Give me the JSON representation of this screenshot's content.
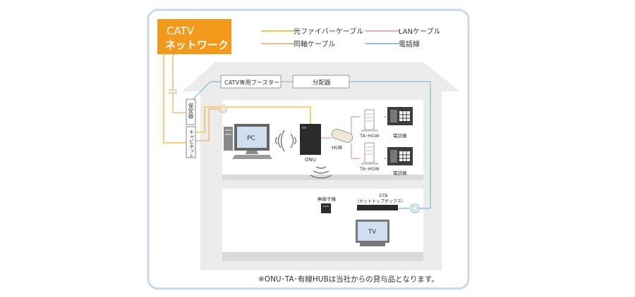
{
  "network_box": {
    "line1": "CATV",
    "line2": "ネットワーク"
  },
  "legend": {
    "fiber": "光ファイバーケーブル",
    "coax": "同軸ケーブル",
    "lan": "LANケーブル",
    "phone": "電話線"
  },
  "devices": {
    "booster": "CATV専用ブースター",
    "splitter": "分配器",
    "protector": "保安器",
    "cabinet": "キャビネット",
    "pc": "PC",
    "onu": "ONU",
    "hub": "HUB",
    "tahgw_1": "TA･HGW",
    "tahgw_2": "TA･HGW",
    "phone_1": "電話機",
    "phone_2": "電話機",
    "wireless": "無線子機",
    "stb": "STB",
    "stb_sub": "（セットトップボックス）",
    "tv": "TV"
  },
  "footnote": "※ONU･TA･有線HUBは当社からの貸与品となります。",
  "colors": {
    "fiber": "#f7c44a",
    "coax": "#f0b98a",
    "lan": "#eea7bd",
    "phone": "#8fc2df",
    "orange": "#f39a1d",
    "frame": "#c8d7ec"
  }
}
